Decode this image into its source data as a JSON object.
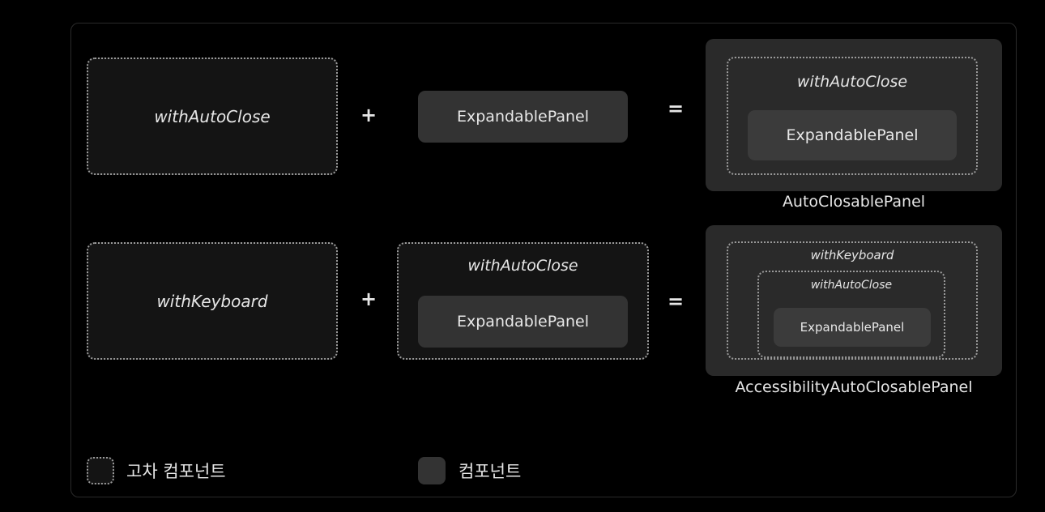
{
  "row1": {
    "left_hoc": "withAutoClose",
    "plus": "+",
    "component": "ExpandablePanel",
    "equals": "=",
    "result": {
      "hoc": "withAutoClose",
      "component": "ExpandablePanel",
      "caption": "AutoClosablePanel"
    }
  },
  "row2": {
    "left_hoc": "withKeyboard",
    "plus": "+",
    "middle": {
      "hoc": "withAutoClose",
      "component": "ExpandablePanel"
    },
    "equals": "=",
    "result": {
      "outer_hoc": "withKeyboard",
      "inner_hoc": "withAutoClose",
      "component": "ExpandablePanel",
      "caption": "AccessibilityAutoClosablePanel"
    }
  },
  "legend": {
    "hoc_label": "고차 컴포넌트",
    "component_label": "컴포넌트"
  }
}
